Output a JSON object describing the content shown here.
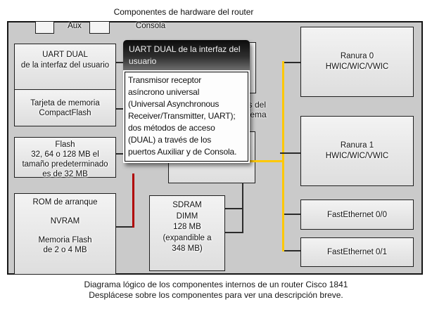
{
  "window": {
    "title": "Componentes de hardware del router"
  },
  "captions": {
    "line1": "Diagrama lógico de los componentes internos de un router Cisco 1841",
    "line2": "Desplácese sobre los componentes para ver una descripción breve."
  },
  "diagram": {
    "ports": {
      "aux": "Aux",
      "console": "Consola"
    },
    "components": {
      "uart": "UART DUAL\nde la interfaz del usuario",
      "compactflash": "Tarjeta de memoria\nCompactFlash",
      "flash": "Flash\n32, 64 o 128 MB el\ntamaño predeterminado\nes de 32 MB",
      "boot_rom": "ROM de arranque\n\nNVRAM\n\nMemoria Flash\nde 2 o 4 MB",
      "sdram": "SDRAM\nDIMM\n128 MB\n(expandible a\n348 MB)",
      "slot0": "Ranura 0\nHWIC/WIC/VWIC",
      "slot1": "Ranura 1\nHWIC/WIC/VWIC",
      "fastethernet00": "FastEthernet 0/0",
      "fastethernet01": "FastEthernet 0/1"
    },
    "bus_label": "Bus del\nsistema",
    "colors": {
      "system_bus": "#FFC800",
      "rom_link": "#B00000",
      "connector": "#2B2B2B",
      "canvas": "#CACACA"
    }
  },
  "tooltip": {
    "title": "UART DUAL de la interfaz del\nusuario",
    "body": "Transmisor receptor\nasíncrono universal\n(Universal Asynchronous\nReceiver/Transmitter, UART);\ndos métodos de acceso\n(DUAL) a través de los\npuertos Auxiliar y de Consola."
  }
}
